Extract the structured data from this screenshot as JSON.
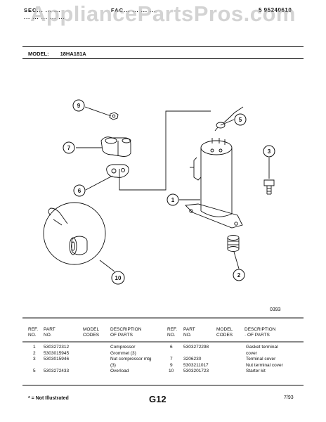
{
  "watermark": "AppliancePartsPros.com",
  "header": {
    "left_line1": "SEC... ... ...",
    "left_line2": "... ... ... ... ...",
    "middle": "FAC... ... ... ...",
    "right": "5 95240610"
  },
  "model": {
    "label": "MODEL:",
    "value": "18HA181A"
  },
  "diagram_code": "0393",
  "callouts": [
    "1",
    "2",
    "3",
    "5",
    "6",
    "7",
    "9",
    "10"
  ],
  "table": {
    "headers": {
      "ref": "REF.\nNO.",
      "part": "PART\nNO.",
      "codes": "MODEL\nCODES",
      "desc": "DESCRIPTION\nOF PARTS",
      "desc_right": "DESCRIPTION\n· OF PARTS"
    },
    "left_rows": [
      {
        "ref": "1",
        "part": "5303272312",
        "desc": "Compressor"
      },
      {
        "ref": "2",
        "part": "5303015945",
        "desc": "Grommet (3)"
      },
      {
        "ref": "3",
        "part": "5303015946",
        "desc": "Nut compressor mtg"
      },
      {
        "ref": "",
        "part": "",
        "desc": "(3)"
      },
      {
        "ref": "5",
        "part": "5303272433",
        "desc": "Overload"
      }
    ],
    "right_rows": [
      {
        "ref": "6",
        "part": "5303272298",
        "desc": "Gasket terminal"
      },
      {
        "ref": "",
        "part": "",
        "desc": "cover"
      },
      {
        "ref": "7",
        "part": "3206230",
        "desc": "Terminal cover"
      },
      {
        "ref": "9",
        "part": "5303211017",
        "desc": "Nut terminal cover"
      },
      {
        "ref": "10",
        "part": "5303201723",
        "desc": "Starter kit"
      }
    ]
  },
  "footer": {
    "note": "* = Not Illustrated",
    "page": "G12",
    "date": "7/93"
  }
}
